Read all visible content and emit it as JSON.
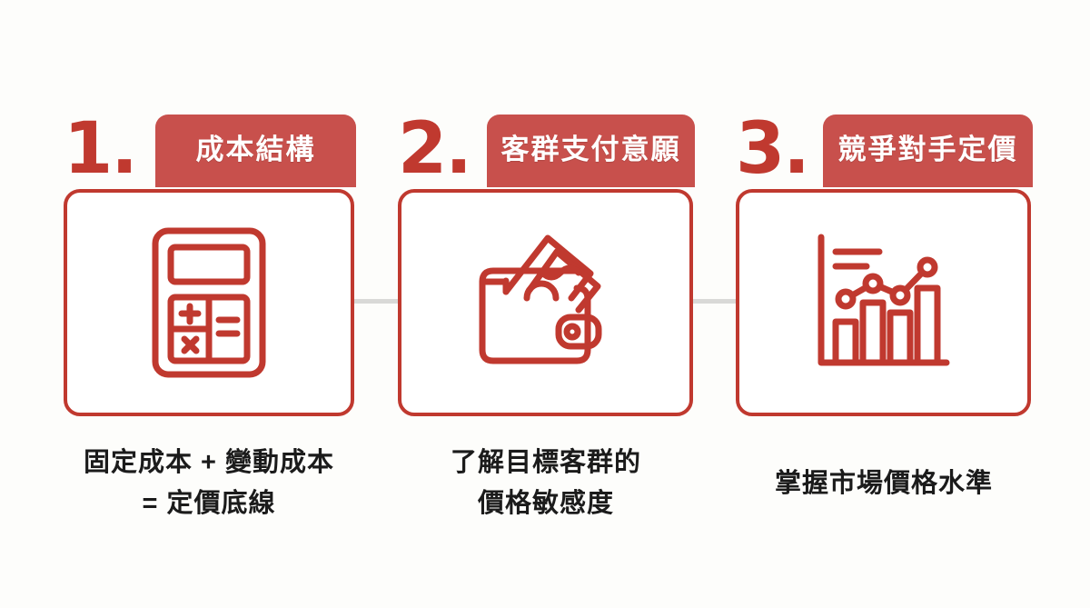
{
  "theme": {
    "background": "#fdfdfb",
    "brand_red": "#c0392f",
    "banner_red": "#c8504c",
    "connector_gray": "#d9d9d7",
    "caption_color": "#1b1b1b",
    "banner_text_color": "#ffffff"
  },
  "steps": [
    {
      "number": "1.",
      "title": "成本結構",
      "icon": "calculator-icon",
      "caption_lines": [
        "固定成本 + 變動成本",
        "= 定價底線"
      ]
    },
    {
      "number": "2.",
      "title": "客群支付意願",
      "icon": "wallet-with-cash-icon",
      "caption_lines": [
        "了解目標客群的",
        "價格敏感度"
      ]
    },
    {
      "number": "3.",
      "title": "競爭對手定價",
      "icon": "bar-chart-trend-icon",
      "caption_lines": [
        "掌握市場價格水準"
      ]
    }
  ]
}
